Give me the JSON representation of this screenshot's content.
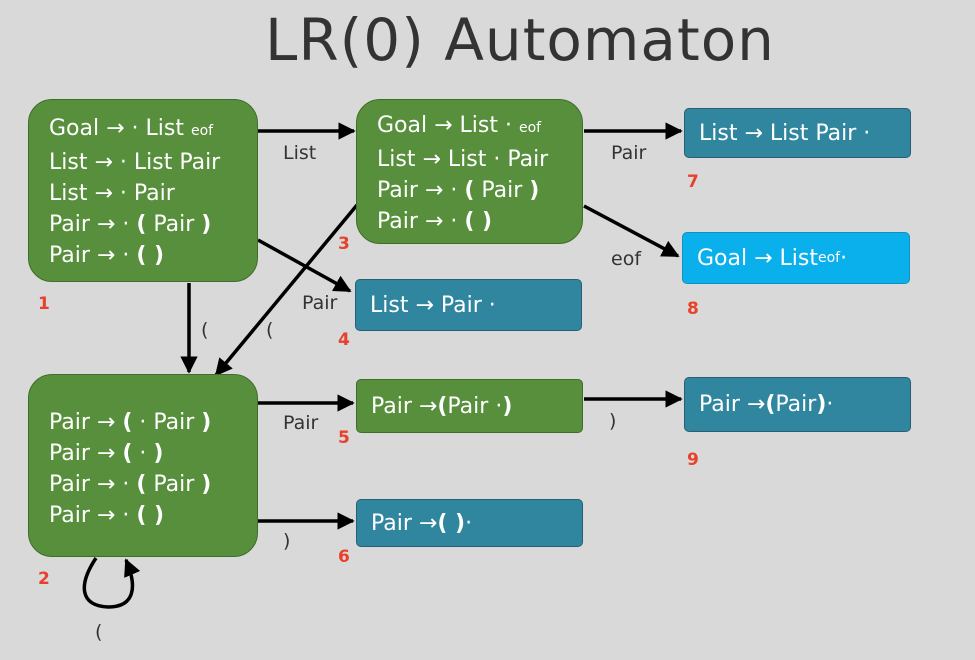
{
  "title": "LR(0) Automaton",
  "states": {
    "s1": {
      "number": "1",
      "lines": [
        [
          "Goal → · List ",
          "eof",
          ""
        ],
        [
          "List → · List Pair"
        ],
        [
          "List → · Pair"
        ],
        [
          "Pair → · ",
          "(",
          " Pair ",
          ")"
        ],
        [
          "Pair → · ",
          "( )"
        ]
      ]
    },
    "s2": {
      "number": "2",
      "lines": [
        [
          "Pair → ",
          "(",
          " · Pair ",
          ")"
        ],
        [
          "Pair → ",
          "(",
          " · ",
          ")"
        ],
        [
          "Pair → · ",
          "(",
          " Pair ",
          ")"
        ],
        [
          "Pair → · ",
          "( )"
        ]
      ]
    },
    "s3": {
      "number": "3",
      "lines": [
        [
          "Goal → List · ",
          "eof"
        ],
        [
          "List → List · Pair"
        ],
        [
          "Pair → · ",
          "(",
          " Pair ",
          ")"
        ],
        [
          "Pair → · ",
          "( )"
        ]
      ]
    },
    "s4": {
      "number": "4",
      "text": "List → Pair ·"
    },
    "s5": {
      "number": "5",
      "pre": "Pair → ",
      "open": "(",
      "mid": " Pair · ",
      "close": ")"
    },
    "s6": {
      "number": "6",
      "pre": "Pair → ",
      "parens": "( )",
      "post": " ·"
    },
    "s7": {
      "number": "7",
      "text": "List → List Pair ·"
    },
    "s8": {
      "number": "8",
      "pre": "Goal → List ",
      "eof": "eof",
      "post": " ·"
    },
    "s9": {
      "number": "9",
      "pre": "Pair → ",
      "open": "(",
      "mid": " Pair ",
      "close": ")",
      "post": " ·"
    }
  },
  "edges": {
    "e1_3": "List",
    "e1_4": "Pair",
    "e1_2": "(",
    "e3_2": "(",
    "e3_7": "Pair",
    "e3_8": "eof",
    "e2_5": "Pair",
    "e2_6": ")",
    "e5_9": ")",
    "e2_2": "("
  },
  "colors": {
    "green_state": "#578f3c",
    "teal_state": "#31869f",
    "accept_state": "#0ab0ec",
    "state_number": "#e8402a",
    "background": "#d9d9d9"
  }
}
